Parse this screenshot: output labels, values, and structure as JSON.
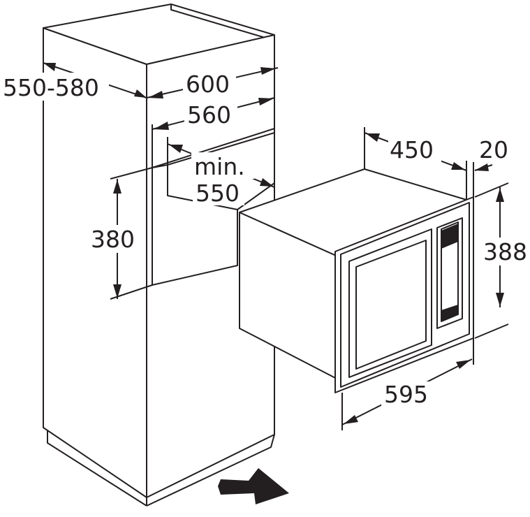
{
  "dimensions": {
    "cabinet_depth": "550-580",
    "cabinet_width": "600",
    "niche_width": "560",
    "niche_depth_line1": "min.",
    "niche_depth_line2": "550",
    "niche_height": "380",
    "appliance_depth": "450",
    "frame_depth": "20",
    "appliance_height": "388",
    "appliance_width": "595"
  },
  "icons": {
    "insert_arrow": "arrow-right-icon"
  },
  "colors": {
    "line": "#231f20",
    "background": "#ffffff"
  }
}
